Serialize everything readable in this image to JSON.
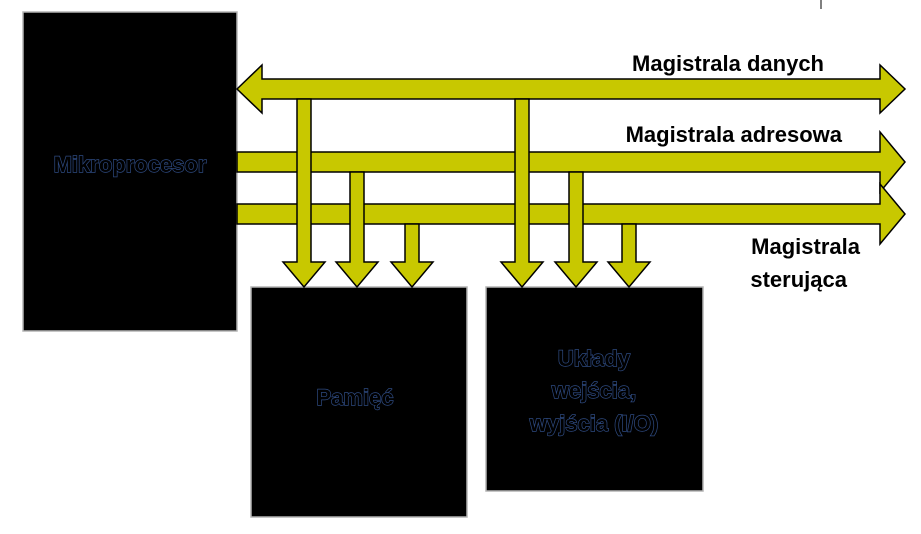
{
  "diagram": {
    "blocks": {
      "cpu": "Mikroprocesor",
      "memory": "Pamięć",
      "io": [
        "Układy",
        "wejścia,",
        "wyjścia (I/O)"
      ]
    },
    "buses": {
      "data": "Magistrala danych",
      "address": "Magistrala adresowa",
      "control": [
        "Magistrala",
        "sterująca"
      ]
    },
    "colors": {
      "bus_fill": "#c8c800",
      "bus_outline": "#000000",
      "block_fill": "#000000",
      "block_border": "#b4b4b4",
      "block_label_outline": "#2e4a80",
      "background": "#ffffff"
    }
  }
}
